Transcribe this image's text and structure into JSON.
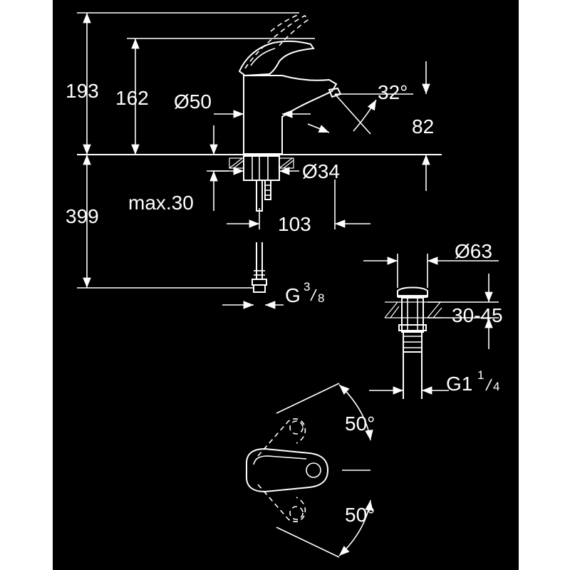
{
  "dimensions": {
    "overall_height": "193",
    "body_height": "162",
    "body_diameter": "Ø50",
    "spout_angle": "32°",
    "spout_height": "82",
    "shank_diameter": "Ø34",
    "max_deck": "max.30",
    "tail_length": "399",
    "reach": "103",
    "connection": "G",
    "connection_num": "3",
    "connection_den": "8",
    "waste_diameter": "Ø63",
    "waste_range": "30-45",
    "waste_thread": "G1",
    "waste_num": "1",
    "waste_den": "4",
    "lever_angle_top": "50°",
    "lever_angle_bottom": "50°"
  },
  "colors": {
    "background": "#000000",
    "lines": "#ffffff",
    "page": "#ffffff"
  }
}
